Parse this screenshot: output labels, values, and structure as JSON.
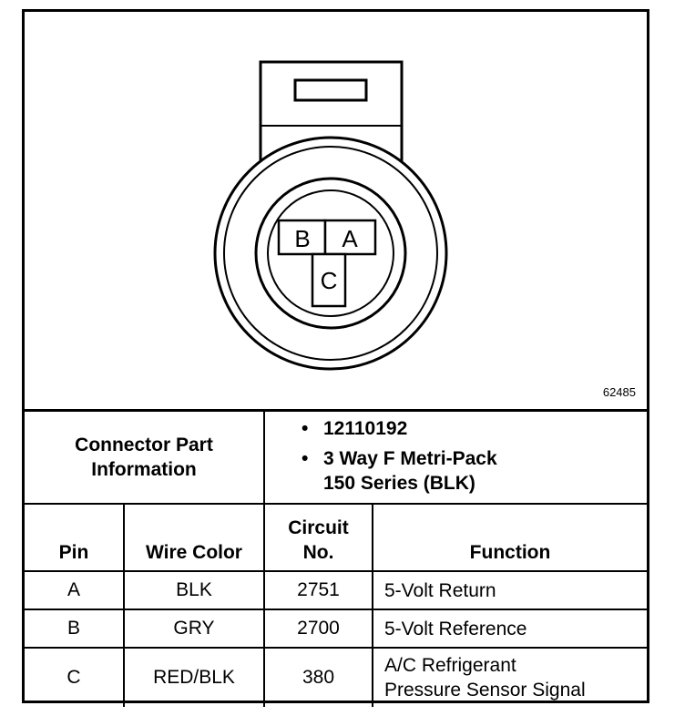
{
  "figure": {
    "number": "62485",
    "pins": {
      "a": "A",
      "b": "B",
      "c": "C"
    }
  },
  "connector": {
    "label_line1": "Connector Part",
    "label_line2": "Information",
    "part_number": "12110192",
    "description_line1": "3 Way F Metri-Pack",
    "description_line2": "150 Series (BLK)"
  },
  "table": {
    "headers": {
      "pin": "Pin",
      "wire_color": "Wire Color",
      "circuit_line1": "Circuit",
      "circuit_line2": "No.",
      "function": "Function"
    },
    "rows": [
      {
        "pin": "A",
        "wire_color": "BLK",
        "circuit": "2751",
        "function_line1": "5-Volt Return",
        "function_line2": ""
      },
      {
        "pin": "B",
        "wire_color": "GRY",
        "circuit": "2700",
        "function_line1": "5-Volt Reference",
        "function_line2": ""
      },
      {
        "pin": "C",
        "wire_color": "RED/BLK",
        "circuit": "380",
        "function_line1": "A/C Refrigerant",
        "function_line2": "Pressure Sensor Signal"
      }
    ]
  }
}
